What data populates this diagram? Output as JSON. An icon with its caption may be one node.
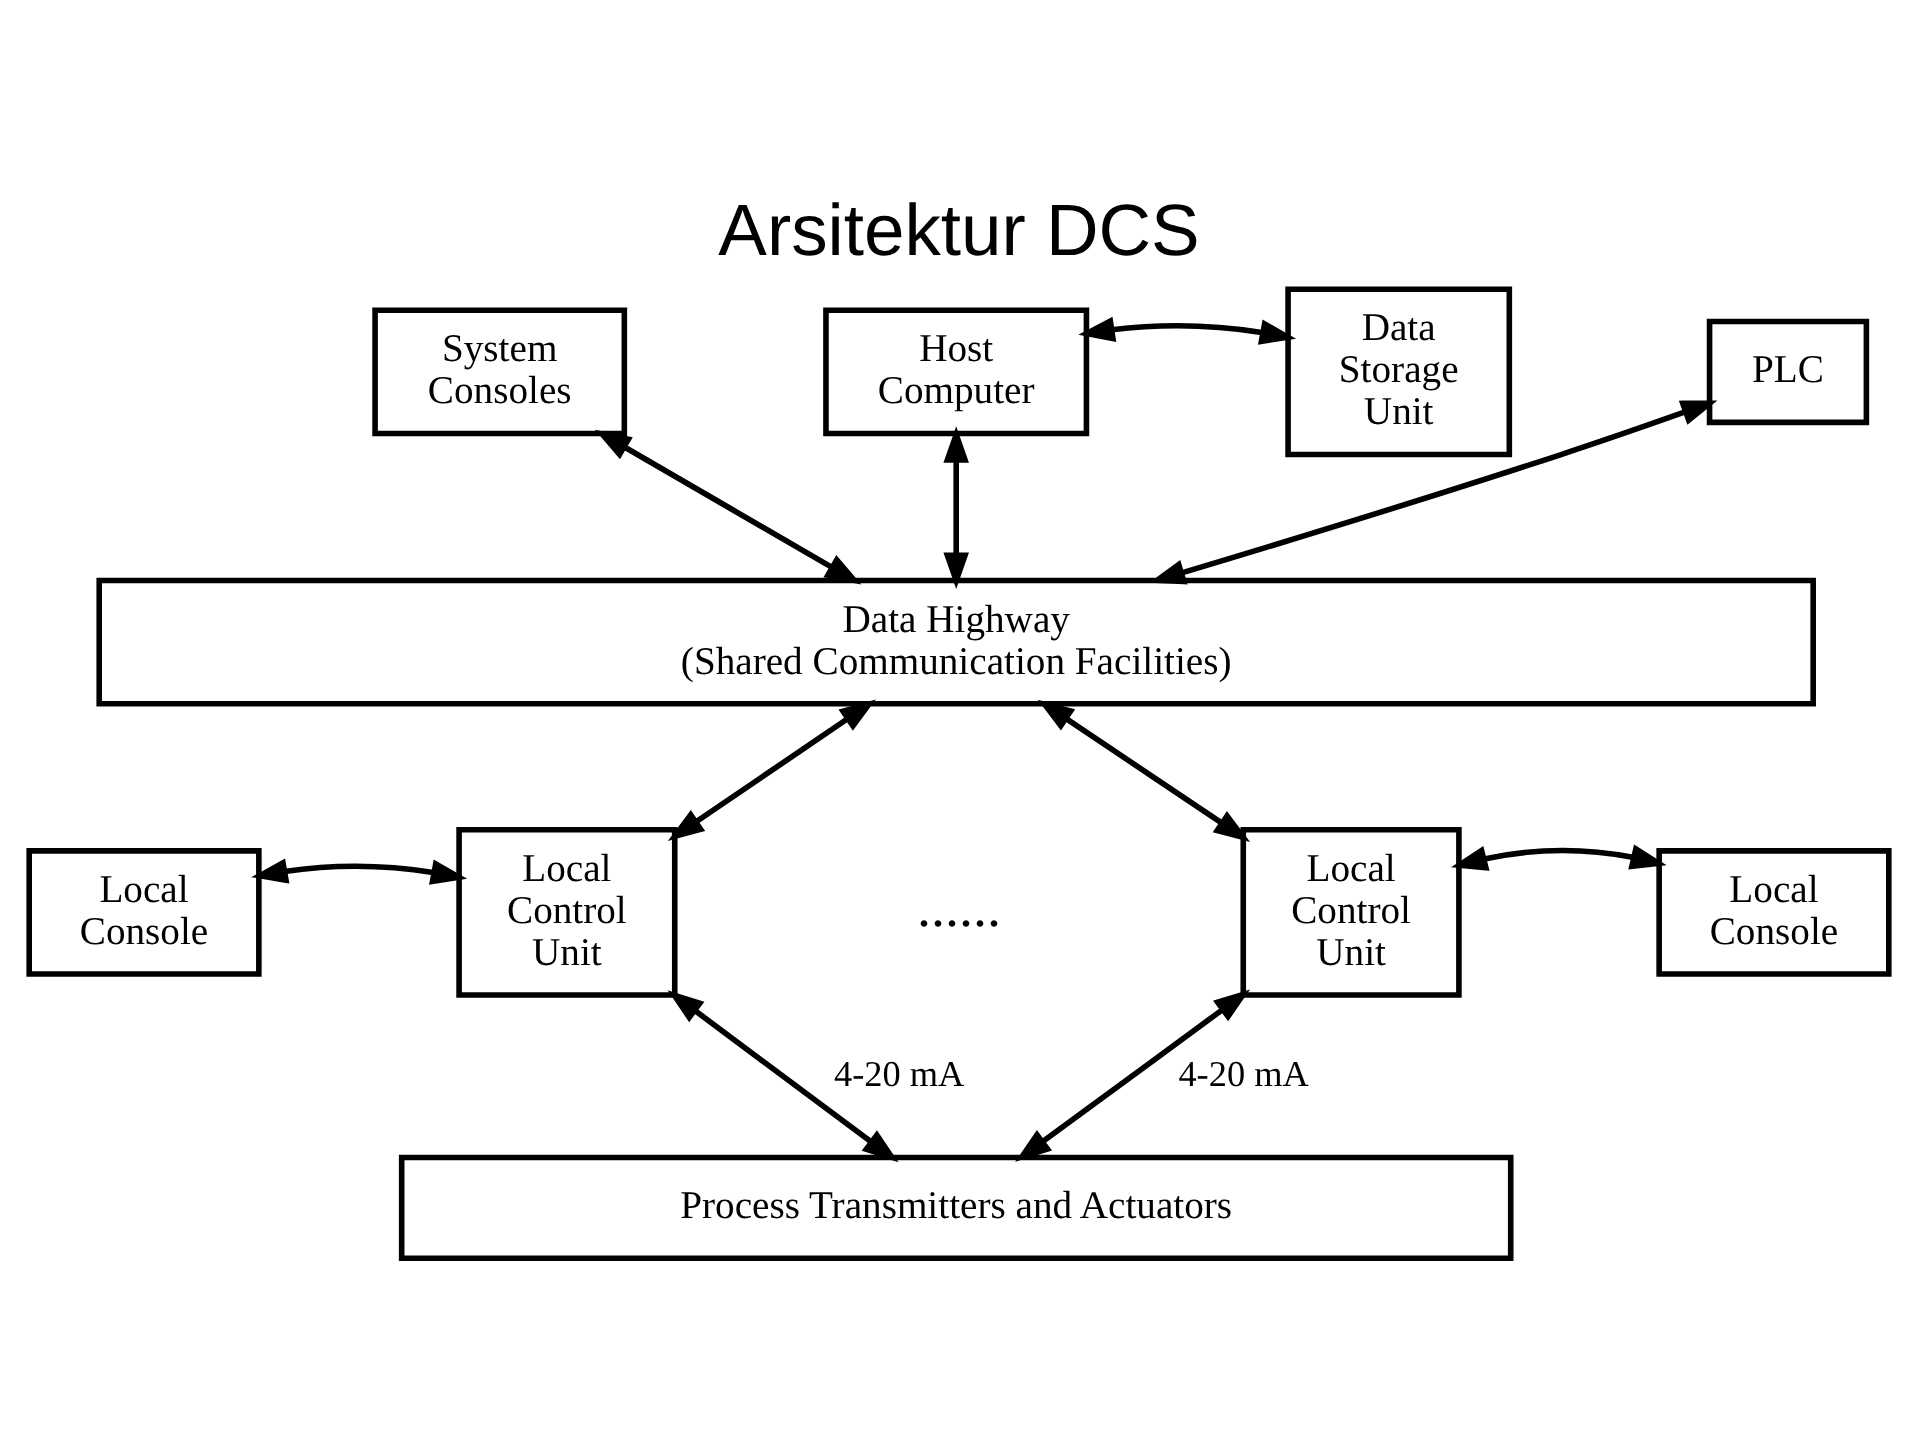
{
  "diagram": {
    "title": "Arsitektur DCS",
    "nodes": [
      {
        "text": [
          "System Consoles"
        ]
      },
      {
        "text": [
          "Host Computer"
        ]
      },
      {
        "text": [
          "Data Storage Unit"
        ]
      },
      {
        "text": [
          "PLC"
        ]
      },
      {
        "text": [
          "Data Highway (Shared Communication Facilities)"
        ]
      },
      {
        "text": [
          "Local Console"
        ]
      },
      {
        "text": [
          "Local Control Unit"
        ]
      },
      {
        "text": [
          "Local Control Unit"
        ]
      },
      {
        "text": [
          "Local Console"
        ]
      },
      {
        "text": [
          "Process Transmitters and Actuators"
        ]
      }
    ],
    "edges": [
      {
        "from": 1,
        "to": 2,
        "arrow": "both"
      },
      {
        "from": 0,
        "to": 4,
        "arrow": "both"
      },
      {
        "from": 1,
        "to": 4,
        "arrow": "both"
      },
      {
        "from": 3,
        "to": 4,
        "arrow": "both"
      },
      {
        "from": 4,
        "to": 6,
        "arrow": "both"
      },
      {
        "from": 4,
        "to": 7,
        "arrow": "both"
      },
      {
        "from": 5,
        "to": 6,
        "arrow": "both"
      },
      {
        "from": 7,
        "to": 8,
        "arrow": "both"
      },
      {
        "from": 6,
        "to": 9,
        "arrow": "both",
        "label": "4-20 mA"
      },
      {
        "from": 7,
        "to": 9,
        "arrow": "both",
        "label": "4-20 mA"
      }
    ],
    "labels": [
      "......"
    ]
  }
}
